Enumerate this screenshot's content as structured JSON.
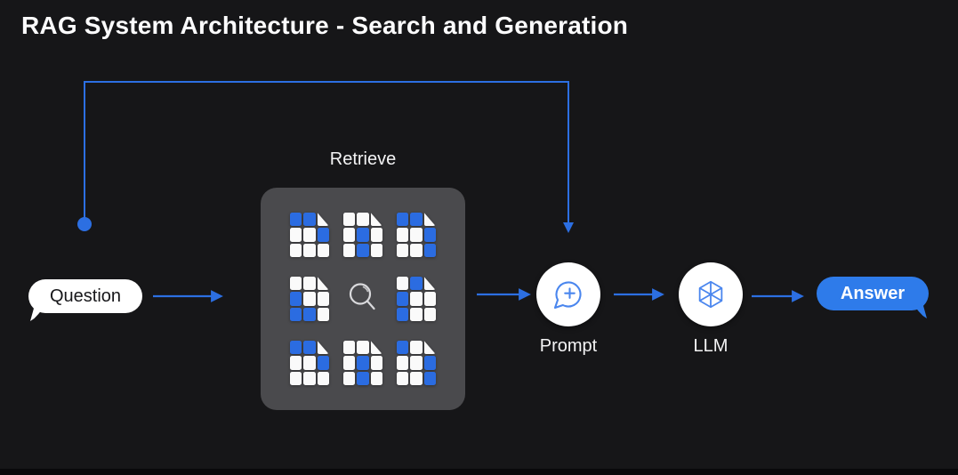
{
  "title": "RAG System Architecture - Search and Generation",
  "colors": {
    "background": "#161618",
    "accent_blue": "#2c6fe2",
    "document_blue": "#2b6ce1",
    "answer_bubble_blue": "#2e7bea",
    "retrieve_box_gray": "#4a4a4d",
    "icon_stroke_blue": "#4a86ee",
    "bubble_white": "#ffffff"
  },
  "nodes": {
    "question": {
      "label": "Question",
      "shape": "speech-bubble-left"
    },
    "retrieve": {
      "label": "Retrieve",
      "shape": "rounded-box",
      "icon": "search-icon",
      "documents": [
        {
          "cells": "bbf,wwb,www"
        },
        {
          "cells": "wwf,wbw,wbw"
        },
        {
          "cells": "bbf,wwb,wwb"
        },
        {
          "cells": "wwf,bww,bbw"
        },
        {
          "cells": "wbf,bww,bww"
        },
        {
          "cells": "bbf,wwb,www"
        },
        {
          "cells": "wwf,wbw,wbw"
        },
        {
          "cells": "bwf,wwb,wwb"
        }
      ]
    },
    "prompt": {
      "label": "Prompt",
      "shape": "circle",
      "icon": "message-plus-icon"
    },
    "llm": {
      "label": "LLM",
      "shape": "circle",
      "icon": "cube-icon"
    },
    "answer": {
      "label": "Answer",
      "shape": "speech-bubble-right"
    }
  },
  "edges": [
    {
      "from": "question",
      "to": "retrieve",
      "type": "arrow"
    },
    {
      "from": "retrieve",
      "to": "prompt",
      "type": "arrow"
    },
    {
      "from": "prompt",
      "to": "llm",
      "type": "arrow"
    },
    {
      "from": "llm",
      "to": "answer",
      "type": "arrow"
    },
    {
      "from": "question",
      "to": "prompt",
      "type": "bypass-arrow-over-top"
    }
  ]
}
